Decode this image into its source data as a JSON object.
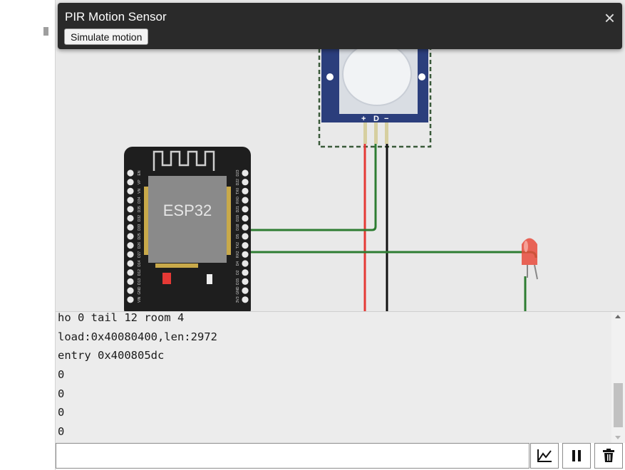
{
  "popup": {
    "title": "PIR Motion Sensor",
    "simulate_label": "Simulate motion",
    "close_glyph": "×"
  },
  "circuit": {
    "board_label": "ESP32",
    "pir_pins": [
      "+",
      "D",
      "−"
    ],
    "esp_left_pins": [
      "EN",
      "VP",
      "VN",
      "D34",
      "D35",
      "D32",
      "D33",
      "D25",
      "D26",
      "D27",
      "D14",
      "D12",
      "D13",
      "GND",
      "VIN"
    ],
    "esp_right_pins": [
      "D23",
      "D22",
      "TX0",
      "RX0",
      "D21",
      "D19",
      "D18",
      "D5",
      "TX2",
      "RX2",
      "D4",
      "D2",
      "D15",
      "GND",
      "3V3"
    ],
    "colors": {
      "board": "#1e1e1e",
      "chip": "#8a8a8a",
      "pir_frame": "#2b3e7c",
      "wire_green": "#2e7d32",
      "wire_red": "#e53935",
      "wire_black": "#111111",
      "led_red": "#e84b3c"
    }
  },
  "serial": {
    "lines": [
      "ho 0 tail 12 room 4",
      "load:0x40080400,len:2972",
      "entry 0x400805dc",
      "0",
      "0",
      "0",
      "0"
    ],
    "input_value": ""
  },
  "toolbar": {
    "icons": [
      "chart-icon",
      "pause-icon",
      "trash-icon"
    ]
  }
}
